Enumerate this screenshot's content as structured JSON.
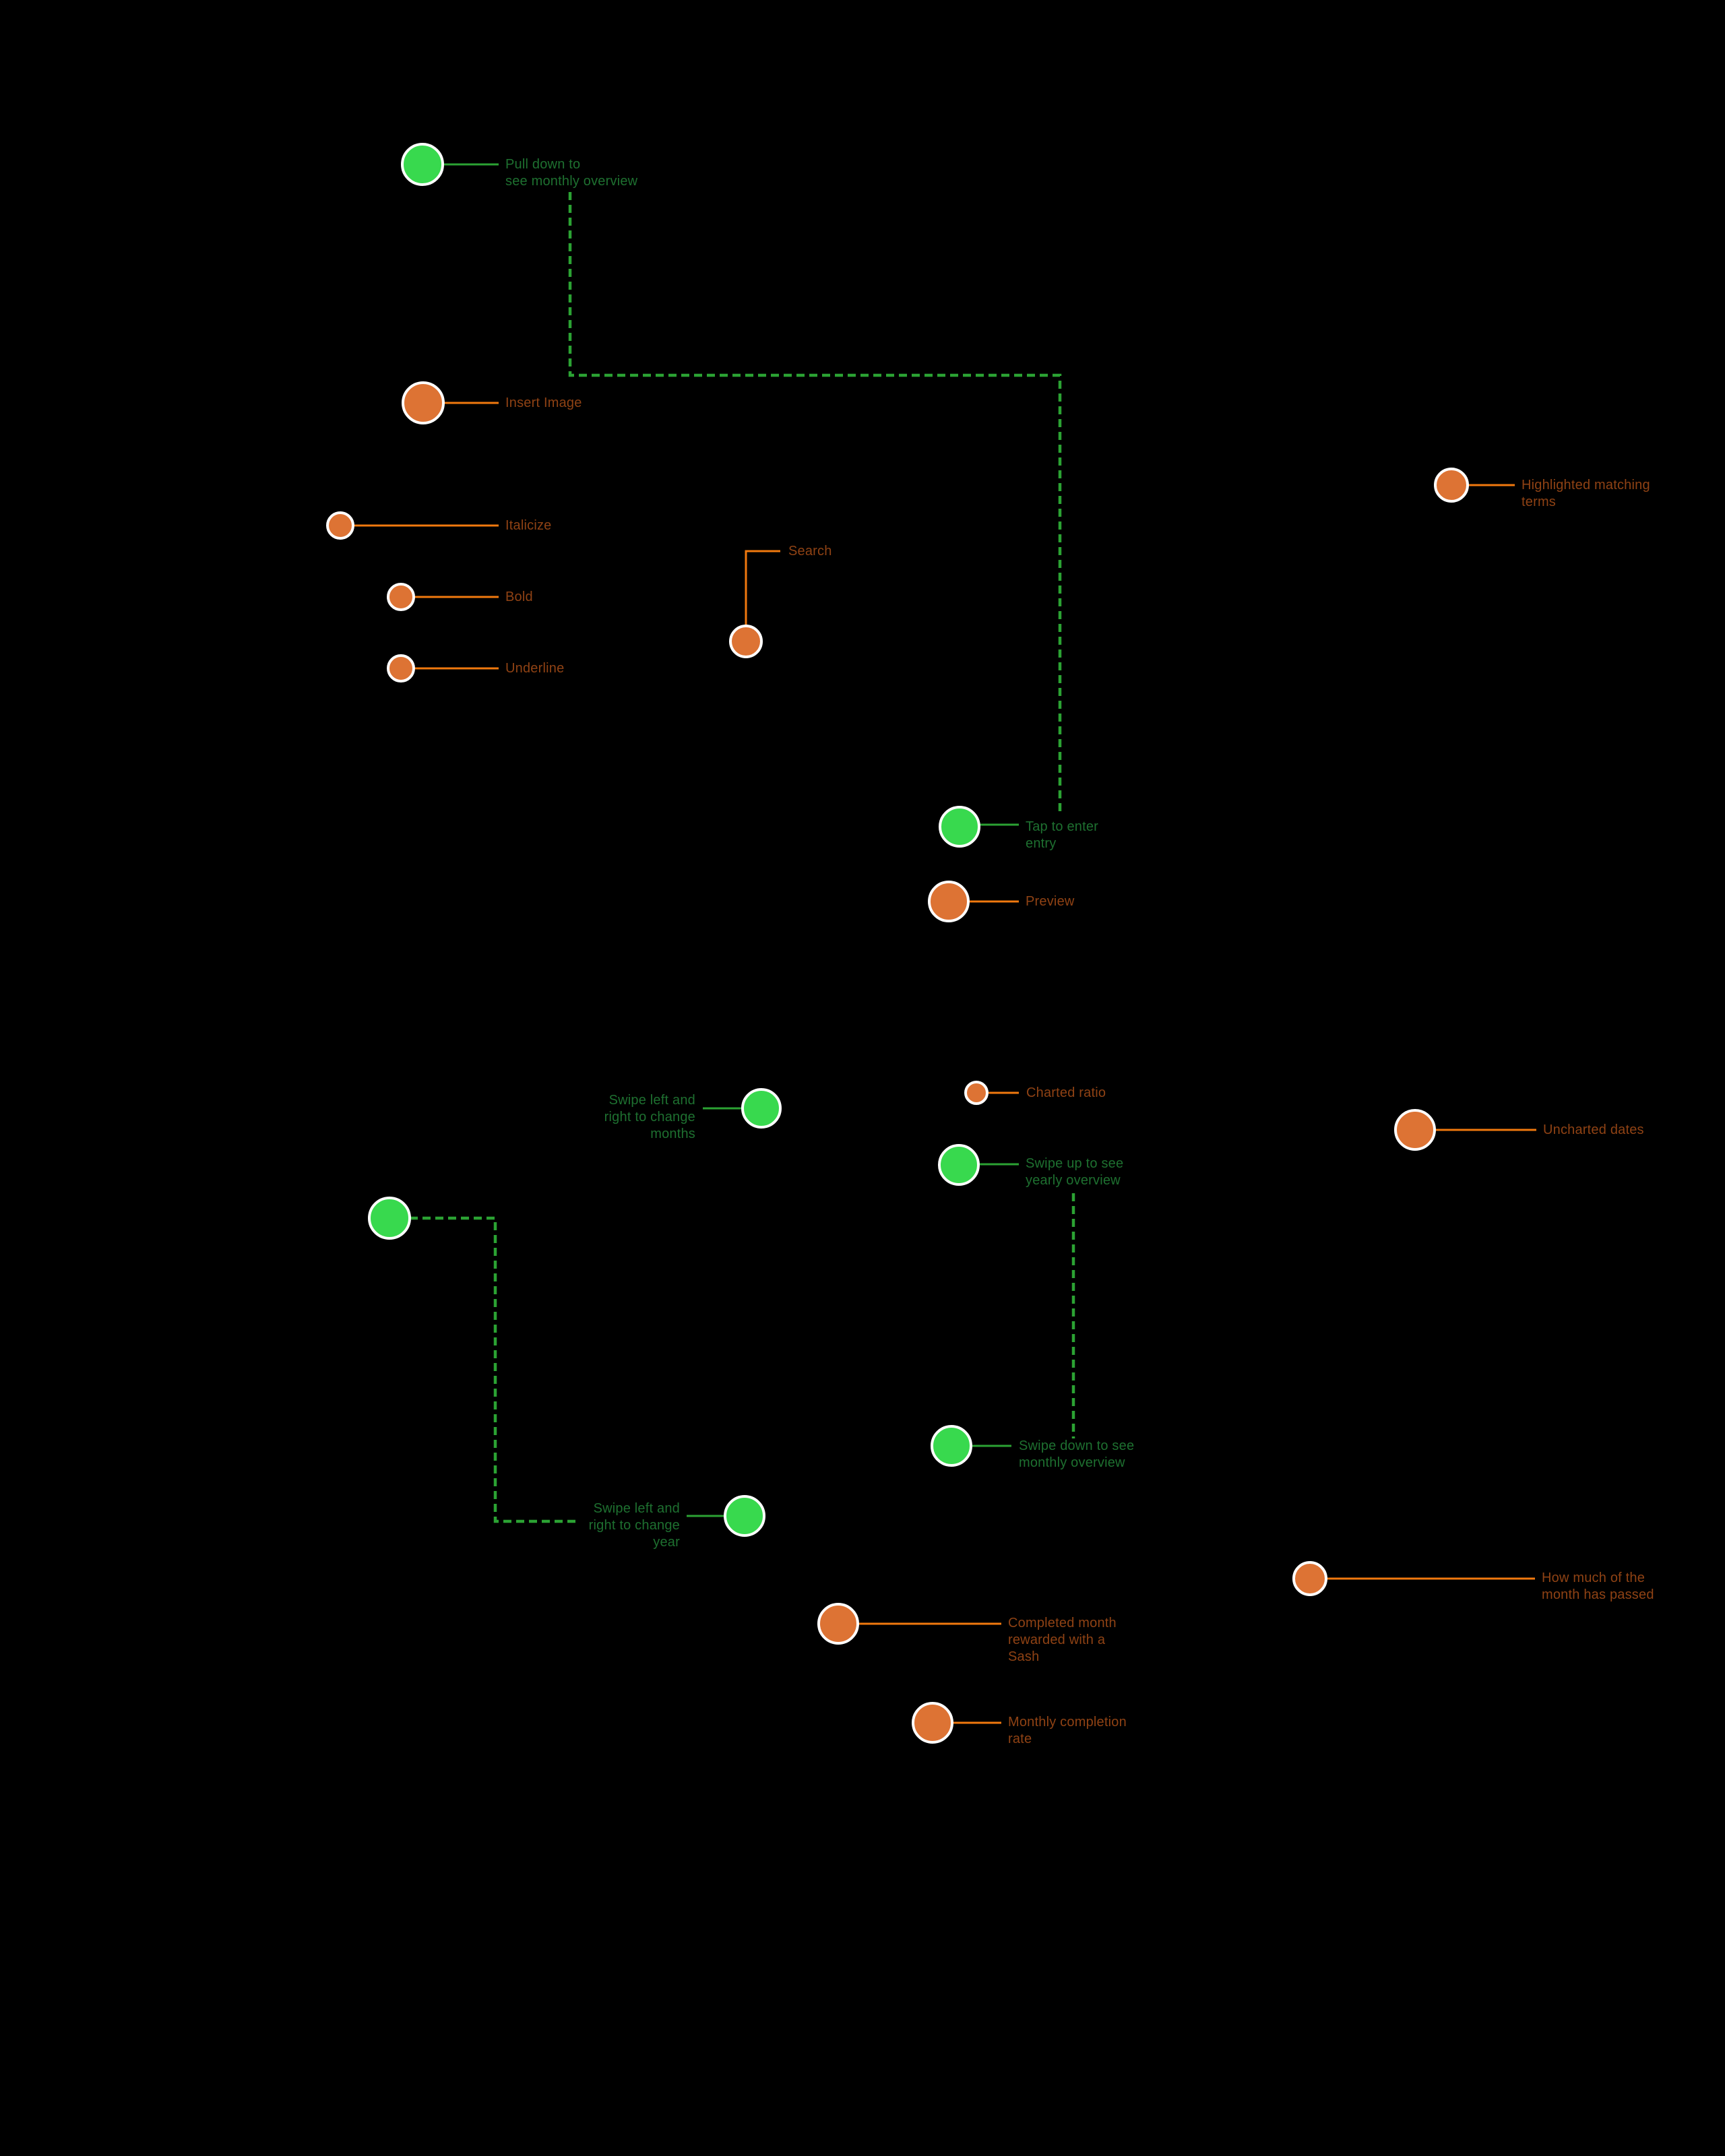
{
  "diagram_title": "",
  "colors": {
    "background": "#000000",
    "green-dot": "#38d94e",
    "green-line": "#2ba233",
    "green-text": "#1e7030",
    "orange-dot": "#dd7334",
    "orange-line": "#f0790e",
    "orange-text": "#8f4214",
    "ring": "#ffffff"
  },
  "annotations": [
    {
      "id": "pull-down-to-monthly-overview",
      "color": "green",
      "label": "Pull down to\nsee monthly overview"
    },
    {
      "id": "insert-image",
      "color": "orange",
      "label": "Insert Image"
    },
    {
      "id": "highlighted-matching-terms",
      "color": "orange",
      "label": "Highlighted matching\nterms"
    },
    {
      "id": "italicize",
      "color": "orange",
      "label": "Italicize"
    },
    {
      "id": "search",
      "color": "orange",
      "label": "Search"
    },
    {
      "id": "bold",
      "color": "orange",
      "label": "Bold"
    },
    {
      "id": "underline",
      "color": "orange",
      "label": "Underline"
    },
    {
      "id": "tap-to-enter-entry",
      "color": "green",
      "label": "Tap to enter\nentry"
    },
    {
      "id": "preview",
      "color": "orange",
      "label": "Preview"
    },
    {
      "id": "swipe-change-months",
      "color": "green",
      "label": "Swipe left and\nright to change\nmonths"
    },
    {
      "id": "charted-ratio",
      "color": "orange",
      "label": "Charted ratio"
    },
    {
      "id": "uncharted-dates",
      "color": "orange",
      "label": "Uncharted dates"
    },
    {
      "id": "swipe-up-yearly-overview",
      "color": "green",
      "label": "Swipe up to see\nyearly overview"
    },
    {
      "id": "change-year-start-dot",
      "color": "green",
      "label": ""
    },
    {
      "id": "swipe-down-monthly-overview",
      "color": "green",
      "label": "Swipe down to see\nmonthly overview"
    },
    {
      "id": "swipe-change-year",
      "color": "green",
      "label": "Swipe left and\nright to change\nyear"
    },
    {
      "id": "how-much-month-passed",
      "color": "orange",
      "label": "How much of the\nmonth has passed"
    },
    {
      "id": "completed-month-sash",
      "color": "orange",
      "label": "Completed month\nrewarded with a\nSash"
    },
    {
      "id": "monthly-completion-rate",
      "color": "orange",
      "label": "Monthly completion\nrate"
    }
  ],
  "flows": [
    {
      "id": "flow-pulldown-to-entry",
      "style": "dashed-green"
    },
    {
      "id": "flow-change-year",
      "style": "dashed-green"
    },
    {
      "id": "flow-yearly-to-monthly",
      "style": "dashed-green"
    }
  ]
}
